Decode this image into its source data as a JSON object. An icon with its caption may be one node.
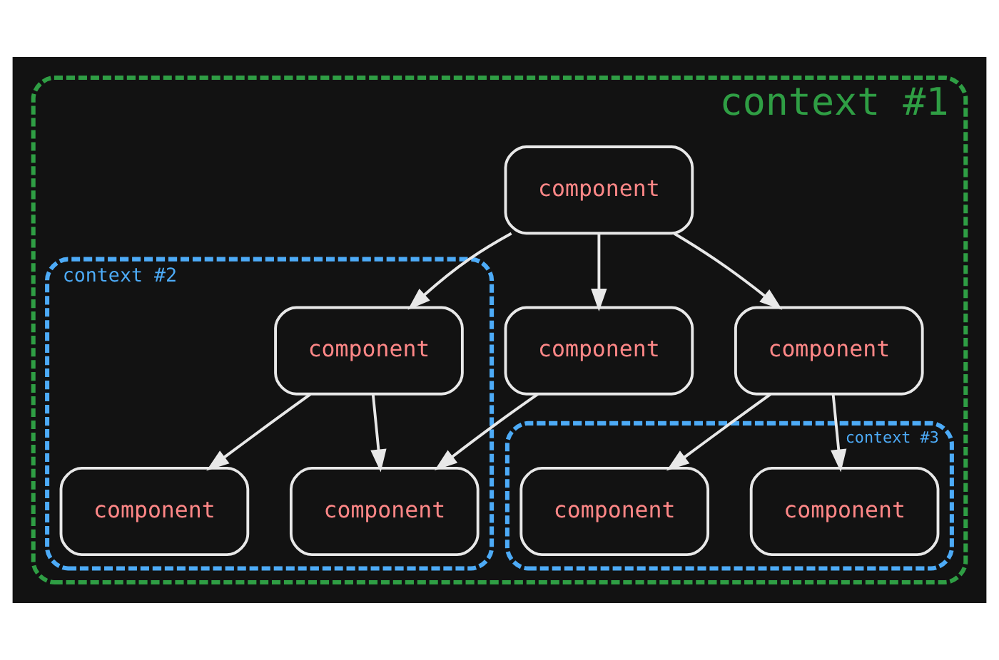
{
  "diagram": {
    "nodes": [
      {
        "text": [
          "context #1"
        ]
      },
      {
        "text": [
          "component"
        ],
        "in": 0
      },
      {
        "text": [
          "context #2"
        ],
        "in": 0
      },
      {
        "text": [
          "component"
        ],
        "in": 2
      },
      {
        "text": [
          "component"
        ],
        "in": 0
      },
      {
        "text": [
          "component"
        ],
        "in": 0
      },
      {
        "text": [
          "component"
        ],
        "in": 2
      },
      {
        "text": [
          "component"
        ],
        "in": 2
      },
      {
        "text": [
          "context #3"
        ],
        "in": 0
      },
      {
        "text": [
          "component"
        ],
        "in": 8
      },
      {
        "text": [
          "component"
        ],
        "in": 8
      }
    ],
    "edges": [
      {
        "from": 1,
        "to": 3,
        "arrow": "to"
      },
      {
        "from": 1,
        "to": 4,
        "arrow": "to"
      },
      {
        "from": 1,
        "to": 5,
        "arrow": "to"
      },
      {
        "from": 3,
        "to": 6,
        "arrow": "to"
      },
      {
        "from": 3,
        "to": 7,
        "arrow": "to"
      },
      {
        "from": 4,
        "to": 7,
        "arrow": "to"
      },
      {
        "from": 5,
        "to": 9,
        "arrow": "to"
      },
      {
        "from": 5,
        "to": 10,
        "arrow": "to"
      }
    ]
  }
}
